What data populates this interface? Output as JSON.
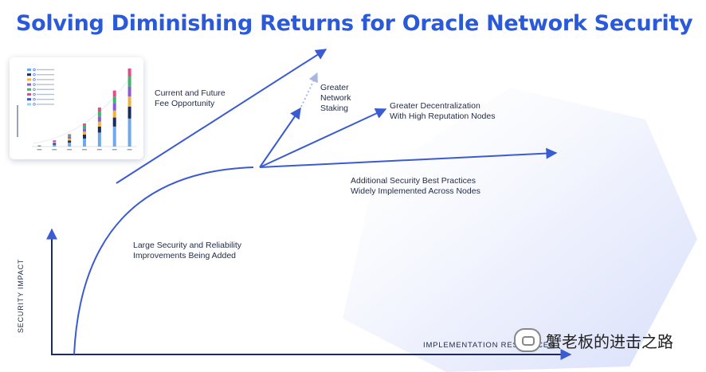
{
  "title": "Solving Diminishing Returns for Oracle Network Security",
  "axes": {
    "y_label": "SECURITY IMPACT",
    "x_label": "IMPLEMENTATION RESOURCES"
  },
  "labels": {
    "fee_opportunity": [
      "Current and Future",
      "Fee Opportunity"
    ],
    "network_staking": [
      "Greater",
      "Network",
      "Staking"
    ],
    "decentralization": [
      "Greater Decentralization",
      "With High Reputation Nodes"
    ],
    "best_practices": [
      "Additional Security Best Practices",
      "Widely Implemented Across Nodes"
    ],
    "large_improvements": [
      "Large Security and Reliability",
      "Improvements Being Added"
    ]
  },
  "watermark": "蟹老板的进击之路",
  "colors": {
    "accent": "#2a5ada",
    "arrow": "#3b5bd3",
    "text": "#1f2a44"
  },
  "inset_chart": {
    "type": "bar",
    "categories": [
      "",
      "",
      "",
      "",
      "",
      "",
      ""
    ],
    "series": [
      {
        "values": [
          0.3,
          1,
          2,
          4,
          7,
          10,
          14
        ],
        "color": "#6fa8f0"
      },
      {
        "values": [
          0.2,
          0.6,
          1,
          2,
          3,
          4.5,
          6
        ],
        "color": "#1c2a5c"
      },
      {
        "values": [
          0,
          0.5,
          1,
          1.5,
          2.5,
          3.5,
          5
        ],
        "color": "#f2b33d"
      },
      {
        "values": [
          0,
          0.4,
          0.8,
          1.5,
          2.5,
          3.5,
          5
        ],
        "color": "#8e5bd6"
      },
      {
        "values": [
          0,
          0.4,
          0.8,
          1.5,
          2.5,
          3.5,
          5
        ],
        "color": "#3fb56b"
      },
      {
        "values": [
          0,
          0.3,
          0.6,
          1,
          2,
          3,
          4
        ],
        "color": "#e14d8a"
      }
    ],
    "legend_colors": [
      "#6fa8f0",
      "#1c2a5c",
      "#f2b33d",
      "#8e5bd6",
      "#3fb56b",
      "#e14d8a",
      "#2a5ada",
      "#9ad0f5"
    ]
  }
}
